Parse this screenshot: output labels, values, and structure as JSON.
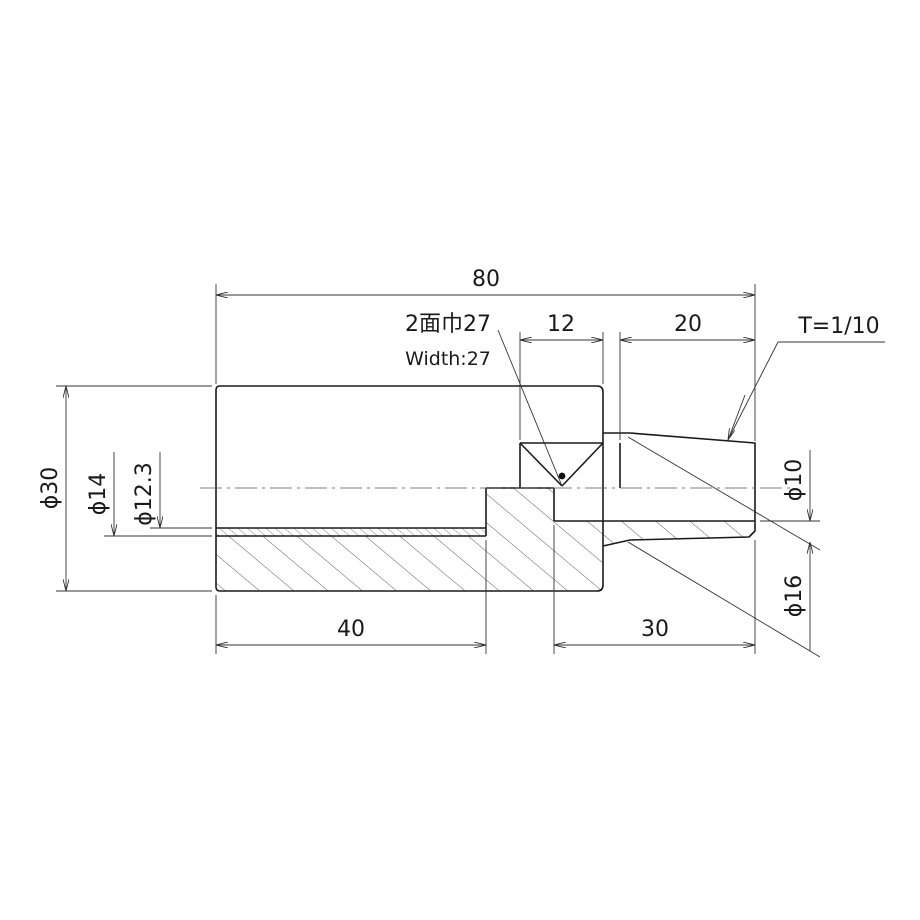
{
  "dimensions": {
    "total_length": "80",
    "width_across_flats_jp": "2面巾27",
    "width_across_flats_en": "Width:27",
    "flats_length": "12",
    "taper_length": "20",
    "taper_ratio": "T=1/10",
    "outer_diameter": "ϕ30",
    "bore_diameter": "ϕ14",
    "thread_minor_diameter": "ϕ12.3",
    "tip_diameter": "ϕ10",
    "spigot_diameter": "ϕ16",
    "bore_depth": "40",
    "spigot_length": "30"
  }
}
